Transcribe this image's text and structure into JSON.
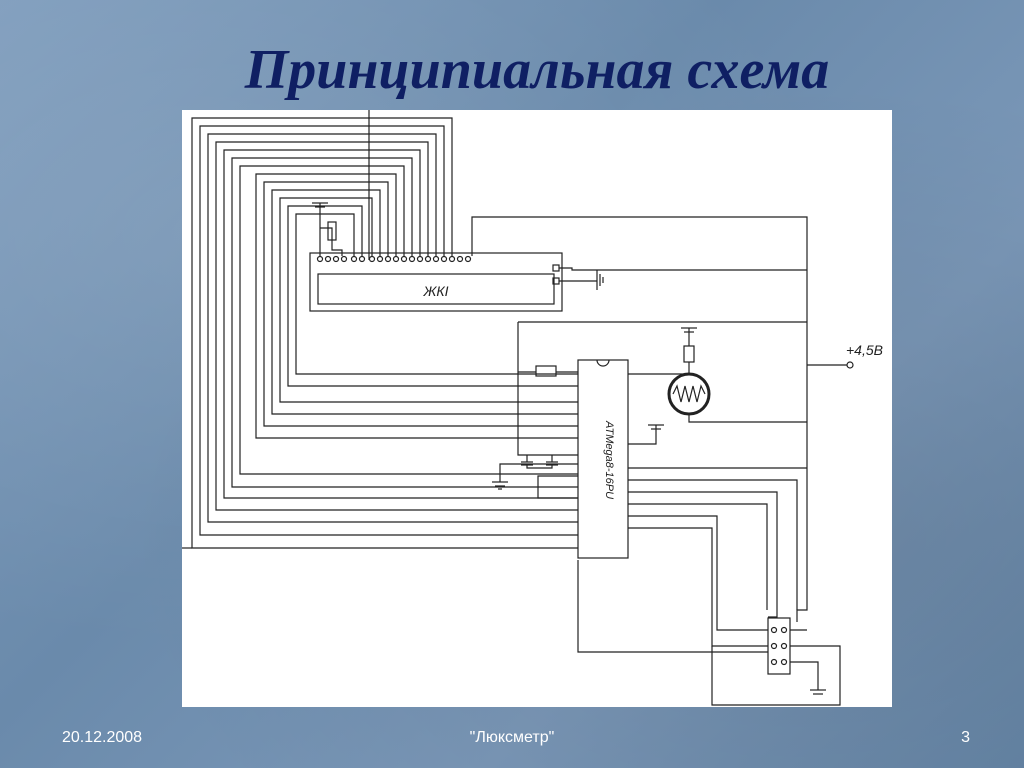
{
  "slide": {
    "title": "Принципиальная схема"
  },
  "schematic": {
    "lcd_label": "ЖКІ",
    "mcu_label": "ATMega8-16PU",
    "supply_label": "+4,5В"
  },
  "footer": {
    "date": "20.12.2008",
    "center": "\"Люксметр\"",
    "page": "3"
  }
}
